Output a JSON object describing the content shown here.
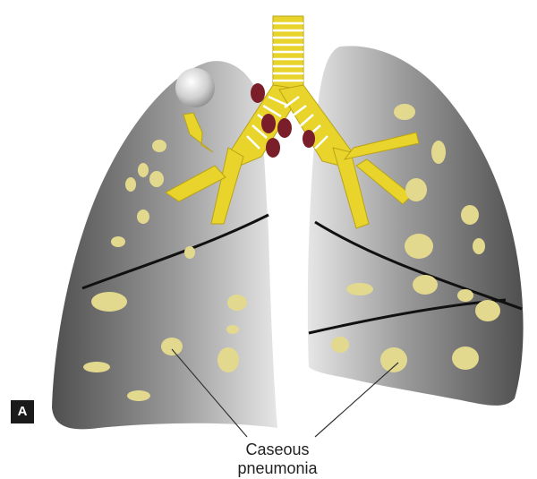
{
  "panel_label": "A",
  "annotation": {
    "line1": "Caseous",
    "line2": "pneumonia"
  },
  "colors": {
    "lung_light": "#d9d9d9",
    "lung_dark": "#5a5a5a",
    "lesion": "#e2d98e",
    "bronchus": "#e8d42a",
    "lymph_node": "#7a1f2a",
    "fissure": "#111111"
  }
}
